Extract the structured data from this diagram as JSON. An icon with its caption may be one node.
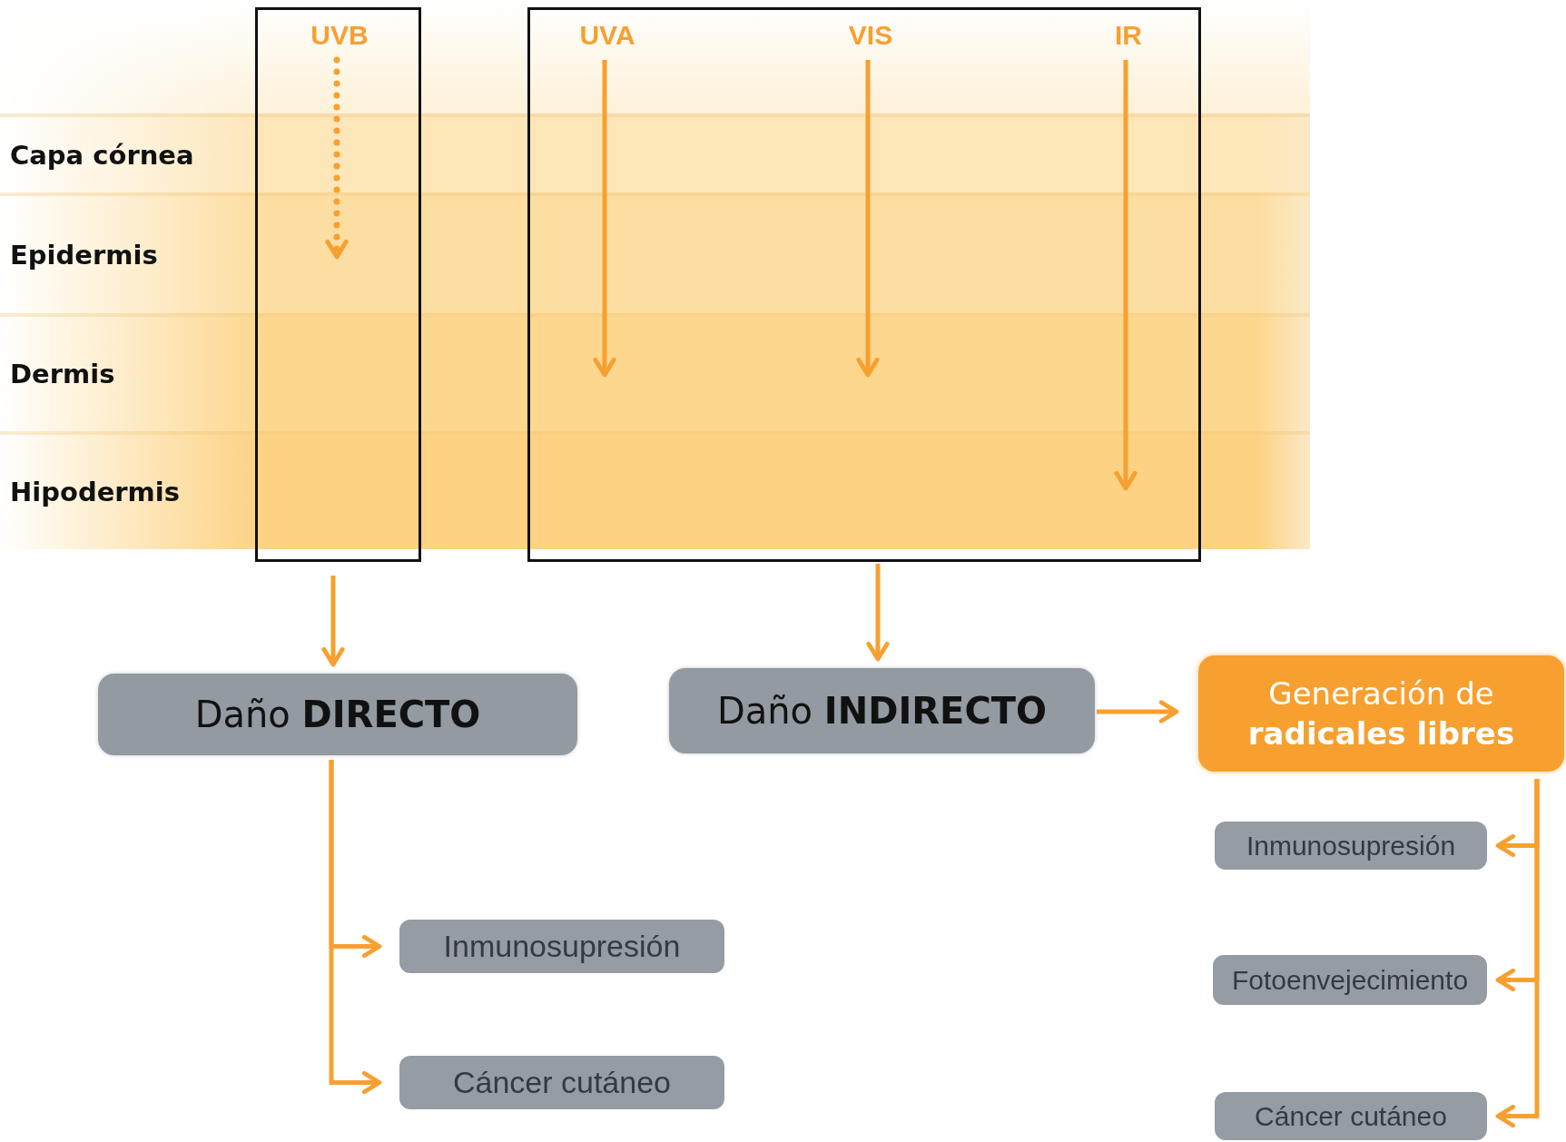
{
  "diagram": {
    "nodes": [
      {
        "text": [],
        "shape": "box"
      },
      {
        "text": [
          "UVB"
        ],
        "in": 0
      },
      {
        "text": [],
        "shape": "box"
      },
      {
        "text": [
          "UVA"
        ],
        "in": 2
      },
      {
        "text": [
          "VIS"
        ],
        "in": 2
      },
      {
        "text": [
          "IR"
        ],
        "in": 2
      },
      {
        "text": [
          "Daño **DIRECTO**"
        ]
      },
      {
        "text": [
          "Daño **INDIRECTO**"
        ]
      },
      {
        "text": [
          "Generación de **radicales libres**"
        ]
      },
      {
        "text": [
          "Inmunosupresión"
        ]
      },
      {
        "text": [
          "Cáncer cutáneo"
        ]
      },
      {
        "text": [
          "Inmunosupresión"
        ]
      },
      {
        "text": [
          "Fotoenvejecimiento"
        ]
      },
      {
        "text": [
          "Cáncer cutáneo"
        ]
      }
    ],
    "edges": [
      {
        "from": 1,
        "to": null,
        "arrow": "to",
        "style": "dashed"
      },
      {
        "from": 3,
        "to": null,
        "arrow": "to"
      },
      {
        "from": 4,
        "to": null,
        "arrow": "to"
      },
      {
        "from": 5,
        "to": null,
        "arrow": "to"
      },
      {
        "from": 0,
        "to": 6,
        "arrow": "to"
      },
      {
        "from": 2,
        "to": 7,
        "arrow": "to"
      },
      {
        "from": 7,
        "to": 8,
        "arrow": "to"
      },
      {
        "from": 6,
        "to": 9,
        "arrow": "to"
      },
      {
        "from": 6,
        "to": 10,
        "arrow": "to"
      },
      {
        "from": 8,
        "to": 11,
        "arrow": "to"
      },
      {
        "from": 8,
        "to": 12,
        "arrow": "to"
      },
      {
        "from": 8,
        "to": 13,
        "arrow": "to"
      }
    ],
    "labels": [
      "Capa córnea",
      "Epidermis",
      "Dermis",
      "Hipodermis"
    ]
  }
}
